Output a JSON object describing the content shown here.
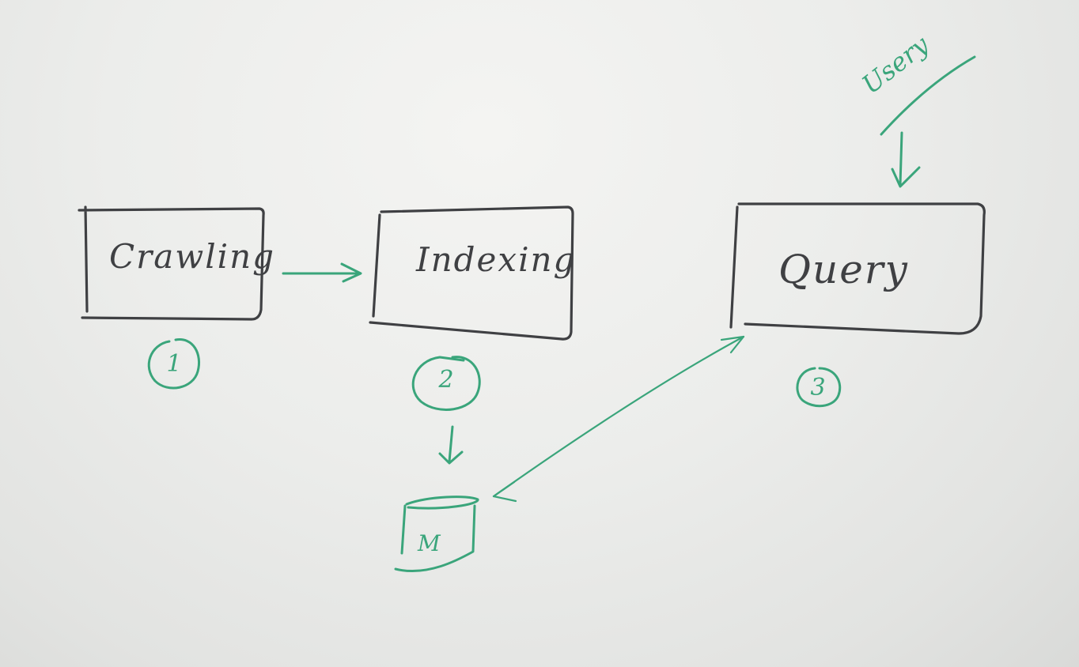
{
  "steps": [
    {
      "label": "Crawling",
      "number": "1"
    },
    {
      "label": "Indexing",
      "number": "2"
    },
    {
      "label": "Query",
      "number": "3"
    }
  ],
  "input_label": "Usery",
  "store_label": "M",
  "colors": {
    "background": "#ecedeb",
    "box_ink": "#3f4043",
    "annotation_ink": "#3aa57b"
  }
}
